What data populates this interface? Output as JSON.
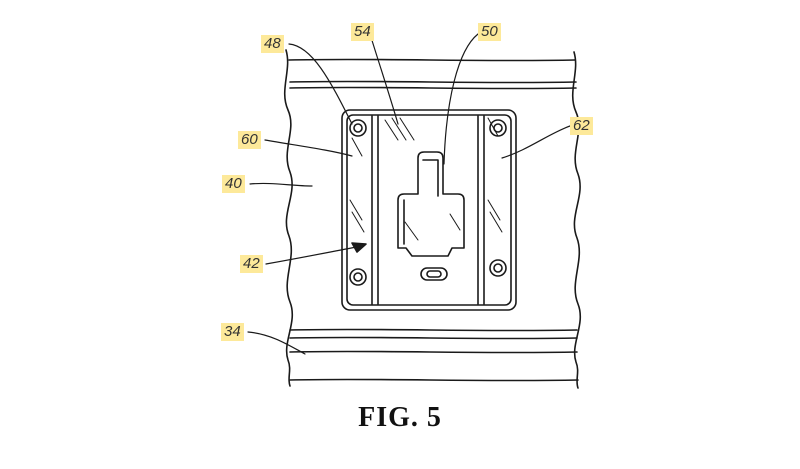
{
  "figure": {
    "caption": "FIG. 5"
  },
  "labels": [
    {
      "id": "48",
      "text": "48"
    },
    {
      "id": "54",
      "text": "54"
    },
    {
      "id": "50",
      "text": "50"
    },
    {
      "id": "60",
      "text": "60"
    },
    {
      "id": "62",
      "text": "62"
    },
    {
      "id": "40",
      "text": "40"
    },
    {
      "id": "42",
      "text": "42"
    },
    {
      "id": "34",
      "text": "34"
    }
  ],
  "colors": {
    "line": "#1a1a1a",
    "label_highlight": "#fde99a",
    "background": "#ffffff"
  }
}
